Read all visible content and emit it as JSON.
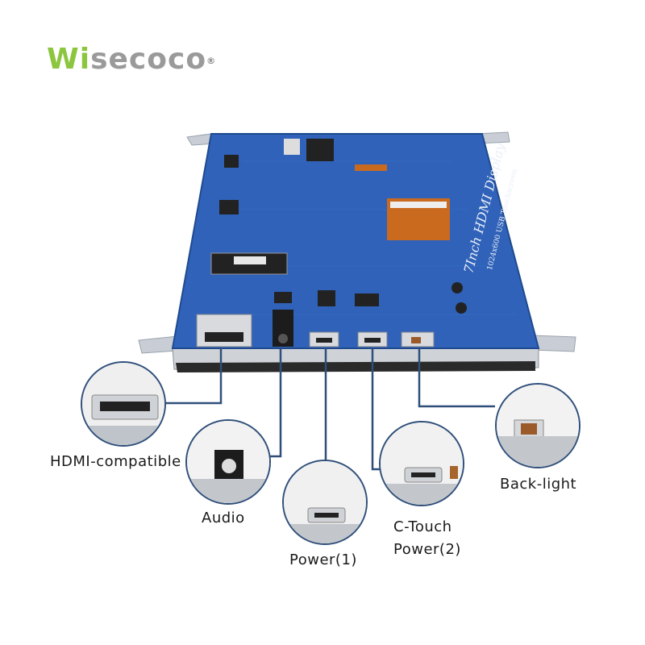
{
  "logo": {
    "brand_prefix": "Wi",
    "brand_rest": "secoco",
    "registered": "®"
  },
  "board": {
    "silk_title": "7Inch HDMI Display",
    "silk_sub": "1024x600  USB Touchscreen"
  },
  "ports": [
    {
      "id": "hdmi",
      "label": "HDMI-compatible"
    },
    {
      "id": "audio",
      "label": "Audio"
    },
    {
      "id": "power1",
      "label": "Power(1)"
    },
    {
      "id": "ctouch",
      "label_line1": "C-Touch",
      "label_line2": "Power(2)"
    },
    {
      "id": "backlight",
      "label": "Back-light"
    }
  ],
  "colors": {
    "pcb": "#2f62b8",
    "pcb_dark": "#234f9a",
    "callout": "#2f4f7a",
    "logo_green": "#8cc63f",
    "logo_gray": "#9a9a9a"
  }
}
